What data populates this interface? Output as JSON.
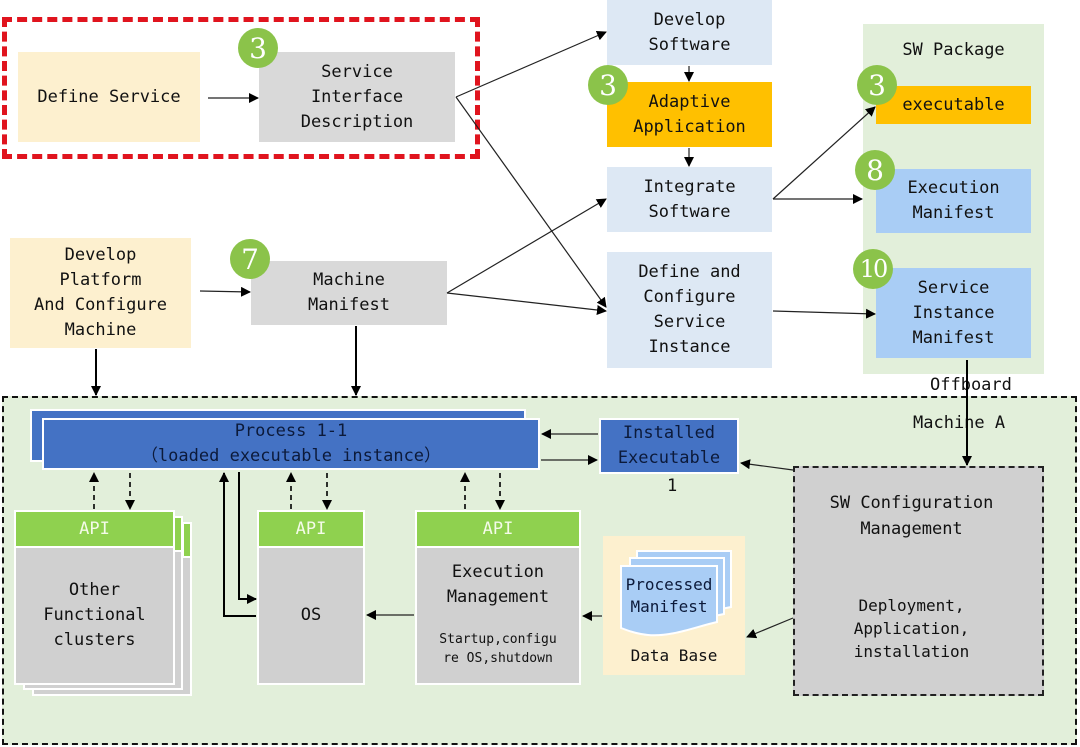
{
  "highlight": {
    "define_service": "Define Service",
    "service_interface_description": "Service\nInterface\nDescription",
    "badge": "3"
  },
  "development": {
    "develop_software": "Develop\nSoftware",
    "adaptive_application": "Adaptive\nApplication",
    "adaptive_application_badge": "3",
    "integrate_software": "Integrate\nSoftware",
    "define_configure_service_instance": "Define and\nConfigure\nService\nInstance"
  },
  "platform": {
    "develop_platform": "Develop\nPlatform\nAnd Configure\nMachine",
    "machine_manifest": "Machine\nManifest",
    "machine_manifest_badge": "7"
  },
  "sw_package": {
    "title": "SW Package",
    "executable": "executable",
    "executable_badge": "3",
    "execution_manifest": "Execution\nManifest",
    "execution_manifest_badge": "8",
    "service_instance_manifest": "Service\nInstance\nManifest",
    "service_instance_manifest_badge": "10"
  },
  "offboard_label": "Offboard",
  "machine": {
    "title": "Machine A",
    "process": "Process 1-1\n（loaded executable instance）",
    "installed_executable": "Installed\nExecutable",
    "installed_executable_count": "1",
    "api_label": "API",
    "other_clusters": "Other\nFunctional\nclusters",
    "os": "OS",
    "execution_management": "Execution\nManagement",
    "execution_management_desc": "Startup,configu\nre OS,shutdown",
    "processed_manifest": "Processed\nManifest",
    "data_base": "Data Base",
    "sw_config_title": "SW Configuration\nManagement",
    "sw_config_desc": "Deployment,\nApplication,\ninstallation"
  },
  "colors": {
    "highlight_border": "#e0141e",
    "badge": "#8bc34a",
    "api": "#8fd14f",
    "process": "#4472c4",
    "machine_bg": "#e2efda",
    "package_bg": "#e2efda"
  }
}
